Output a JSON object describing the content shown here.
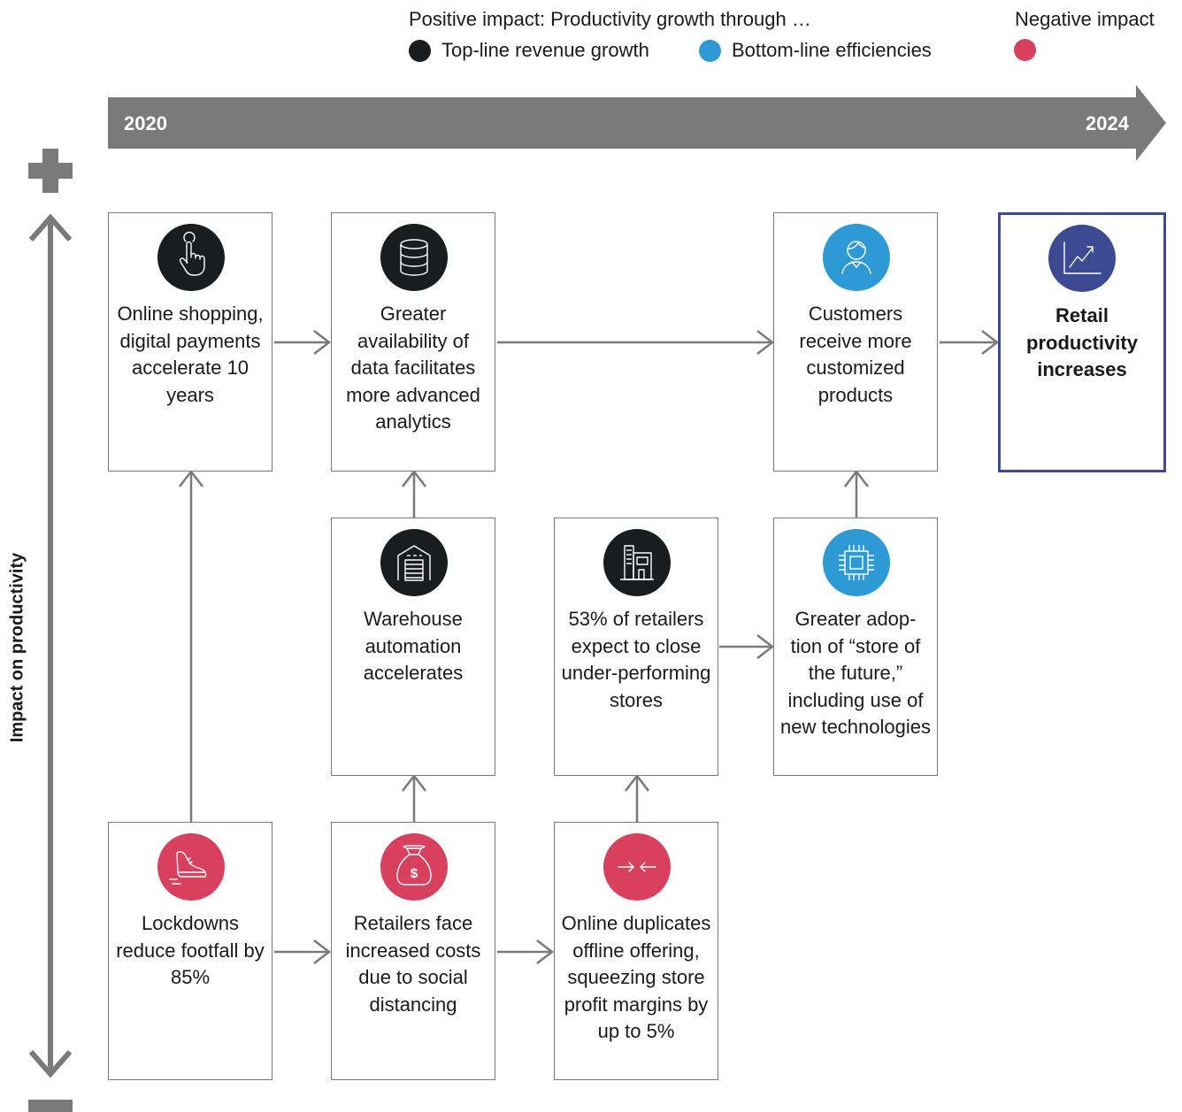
{
  "legend": {
    "title": "Positive impact: Productivity growth through …",
    "items": [
      {
        "label": "Top-line revenue growth",
        "color": "#1b1c1e"
      },
      {
        "label": "Bottom-line efficiencies",
        "color": "#2d9ad6"
      }
    ],
    "negative_label": "Negative impact",
    "negative_color": "#d9405e"
  },
  "timeline": {
    "start": "2020",
    "end": "2024"
  },
  "axis": {
    "label": "Impact on productivity"
  },
  "boxes": {
    "online": {
      "text": "Online shopping, digital payments accelerate 10 years",
      "icon": "hand-pointer-icon"
    },
    "data": {
      "text": "Greater availability of data facilitates more advanced analytics",
      "icon": "database-icon"
    },
    "customers": {
      "text": "Customers receive more customized products",
      "icon": "person-icon"
    },
    "retail": {
      "text": "Retail productivity increases",
      "icon": "growth-chart-icon"
    },
    "warehouse": {
      "text": "Warehouse automation accelerates",
      "icon": "warehouse-icon"
    },
    "stores": {
      "text": "53% of retailers expect to close under-performing stores",
      "icon": "store-building-icon"
    },
    "future": {
      "text": "Greater adop-tion of “store of the future,” including use of new technologies",
      "icon": "chip-icon"
    },
    "lockdowns": {
      "text": "Lockdowns reduce footfall by 85%",
      "icon": "shoe-icon"
    },
    "costs": {
      "text": "Retailers face increased costs due to social distancing",
      "icon": "money-bag-icon"
    },
    "duplicates": {
      "text": "Online duplicates offline offering, squeezing store profit margins by up to 5%",
      "icon": "squeeze-arrows-icon"
    }
  }
}
